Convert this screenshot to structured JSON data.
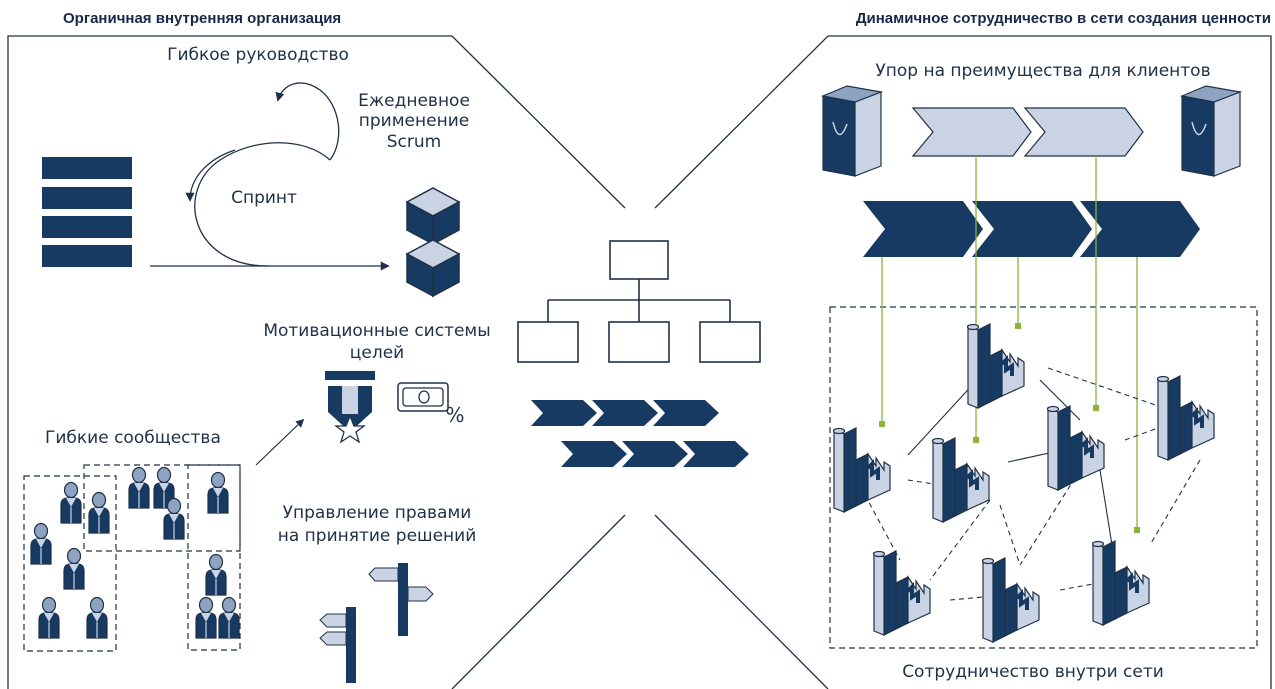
{
  "left_section": {
    "title": "Органичная внутренняя организация",
    "agile_leadership": "Гибкое руководство",
    "daily_scrum": [
      "Ежедневное",
      "применение",
      "Scrum"
    ],
    "sprint": "Спринт",
    "motivation": [
      "Мотивационные системы",
      "целей"
    ],
    "communities": "Гибкие сообщества",
    "decision_rights": [
      "Управление правами",
      "на принятие решений"
    ],
    "percent_symbol": "%"
  },
  "right_section": {
    "title": "Динамичное сотрудничество в сети создания ценности",
    "customer_focus": "Упор на преимущества для клиентов",
    "network_collab": "Сотрудничество внутри сети"
  },
  "colors": {
    "navy": "#173a63",
    "light_blue": "#c9d3e3",
    "mid_blue": "#8ea3c1",
    "green_line": "#8ab43a",
    "outline": "#1f3148"
  },
  "icons": [
    "backlog-list-icon",
    "scrum-cycle-icon",
    "product-increment-cubes-icon",
    "org-chart-icon",
    "process-arrows-icon",
    "medal-icon",
    "money-percent-icon",
    "person-icon",
    "signpost-icon",
    "shopping-bag-icon",
    "factory-icon"
  ]
}
